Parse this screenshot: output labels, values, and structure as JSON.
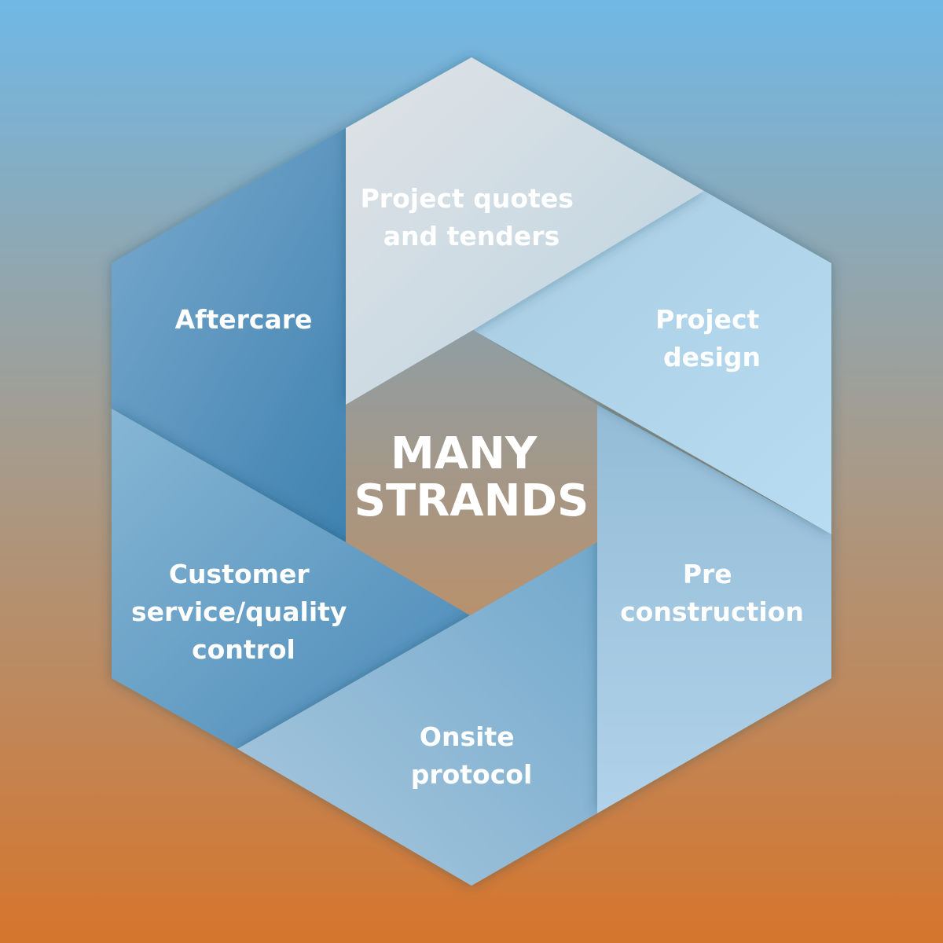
{
  "center": {
    "lines": [
      "MANY",
      "STRANDS"
    ]
  },
  "segments": [
    {
      "id": "project-quotes-and-tenders",
      "lines": [
        "Project quotes",
        "and tenders"
      ]
    },
    {
      "id": "project-design",
      "lines": [
        "Project",
        "design"
      ]
    },
    {
      "id": "pre-construction",
      "lines": [
        "Pre",
        "construction"
      ]
    },
    {
      "id": "onsite-protocol",
      "lines": [
        "Onsite",
        "protocol"
      ]
    },
    {
      "id": "customer-service-quality-control",
      "lines": [
        "Customer",
        "service/quality",
        "control"
      ]
    },
    {
      "id": "aftercare",
      "lines": [
        "Aftercare"
      ]
    }
  ],
  "colors": {
    "background_top": "#70b8e6",
    "background_middle": "#a89a88",
    "background_bottom": "#d6752c",
    "center_top": "#8f9ea4",
    "center_bottom": "#b8916d",
    "text": "#ffffff"
  }
}
